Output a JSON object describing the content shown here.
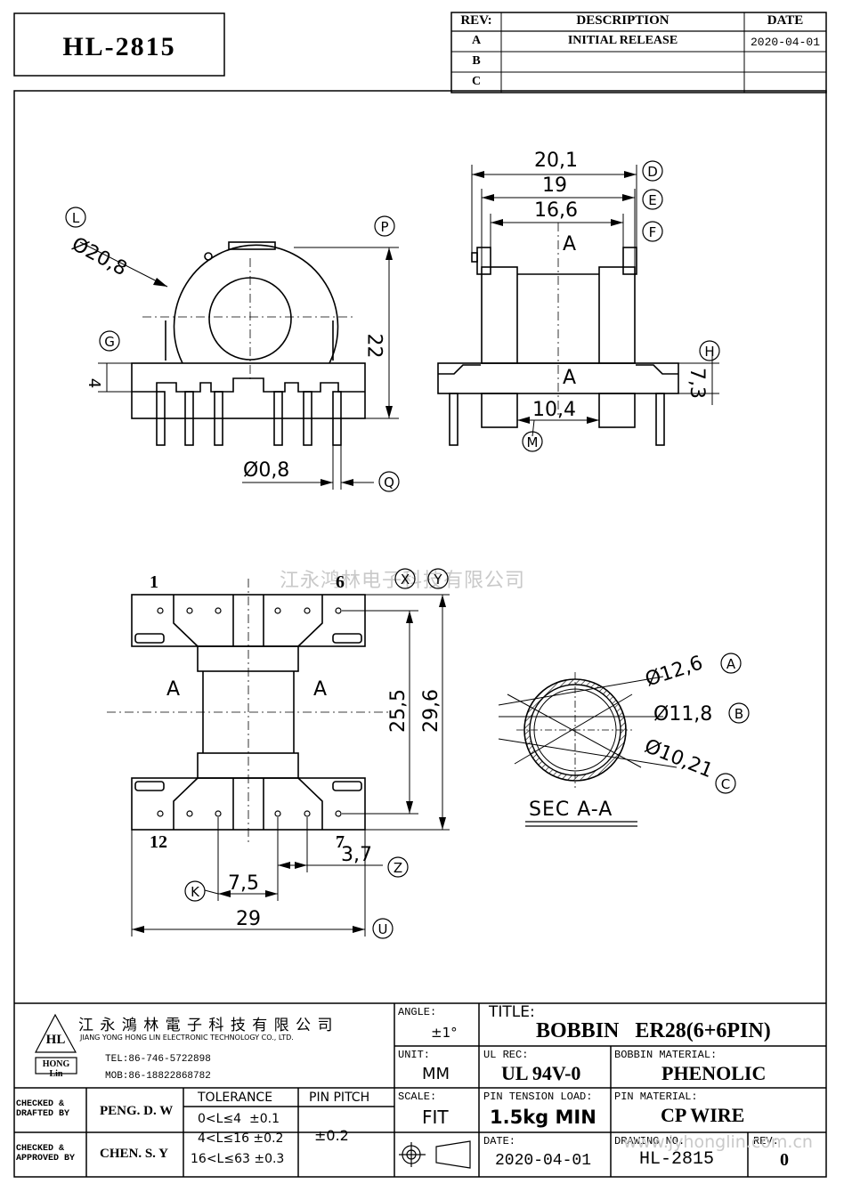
{
  "part_number": "HL-2815",
  "revision_table": {
    "headers": [
      "REV:",
      "DESCRIPTION",
      "DATE"
    ],
    "rows": [
      [
        "A",
        "INITIAL RELEASE",
        "2020-04-01"
      ],
      [
        "B",
        "",
        ""
      ],
      [
        "C",
        "",
        ""
      ]
    ]
  },
  "front_view": {
    "dims": {
      "diameter": "Ø20,8",
      "height": "22",
      "base": "4",
      "pin_dia": "Ø0,8"
    },
    "callouts": [
      "L",
      "P",
      "G",
      "Q"
    ]
  },
  "side_view": {
    "dims": {
      "w1": "20,1",
      "w2": "19",
      "w3": "16,6",
      "w4": "10,4",
      "h": "7,3"
    },
    "labels": [
      "A",
      "A"
    ],
    "callouts": [
      "D",
      "E",
      "F",
      "H",
      "M"
    ]
  },
  "bottom_view": {
    "pins": [
      "1",
      "6",
      "12",
      "7"
    ],
    "dims": {
      "d1": "25,5",
      "d2": "29,6",
      "d3": "3,7",
      "d4": "7,5",
      "d5": "29"
    },
    "labels": [
      "A",
      "A"
    ],
    "callouts": [
      "X",
      "Y",
      "Z",
      "K",
      "U"
    ]
  },
  "section": {
    "title": "SEC A-A",
    "dims": [
      "Ø12,6",
      "Ø11,8",
      "Ø10,21"
    ],
    "callouts": [
      "A",
      "B",
      "C"
    ]
  },
  "watermark": "江永鸿林电子科技有限公司",
  "title_block": {
    "company_cn": "江 永 鴻 林 電 子 科 技 有 限 公 司",
    "company_en": "JIANG YONG HONG LIN ELECTRONIC TECHNOLOGY CO., LTD.",
    "logo_text": "HL",
    "logo_sub": "HONG Lin",
    "tel": "TEL:86-746-5722898",
    "mob": "MOB:86-18822868782",
    "angle_label": "ANGLE:",
    "angle_value": "±1°",
    "title_label": "TITLE:",
    "title_value": "BOBBIN   ER28(6+6PIN)",
    "unit_label": "UNIT:",
    "unit_value": "MM",
    "ul_label": "UL REC:",
    "ul_value": "UL 94V-0",
    "material_label": "BOBBIN MATERIAL:",
    "material_value": "PHENOLIC",
    "checked_drafted_label": "CHECKED & DRAFTED BY",
    "checked_drafted_value": "PENG. D. W",
    "tolerance_label": "TOLERANCE",
    "tolerances": [
      "0<L≤4  ±0.1",
      "4<L≤16 ±0.2",
      "16<L≤63 ±0.3"
    ],
    "pin_pitch_label": "PIN PITCH",
    "pin_pitch_value": "±0.2",
    "scale_label": "SCALE:",
    "scale_value": "FIT",
    "pin_tension_label": "PIN TENSION LOAD:",
    "pin_tension_value": "1.5kg MIN",
    "pin_material_label": "PIN MATERIAL:",
    "pin_material_value": "CP WIRE",
    "checked_approved_label": "CHECKED & APPROVED BY",
    "checked_approved_value": "CHEN. S. Y",
    "date_label": "DATE:",
    "date_value": "2020-04-01",
    "drawing_no_label": "DRAWING NO:",
    "drawing_no_value": "HL-2815",
    "rev_label": "REV:",
    "rev_value": "0",
    "website": "www.jyhonglin.com.cn"
  }
}
